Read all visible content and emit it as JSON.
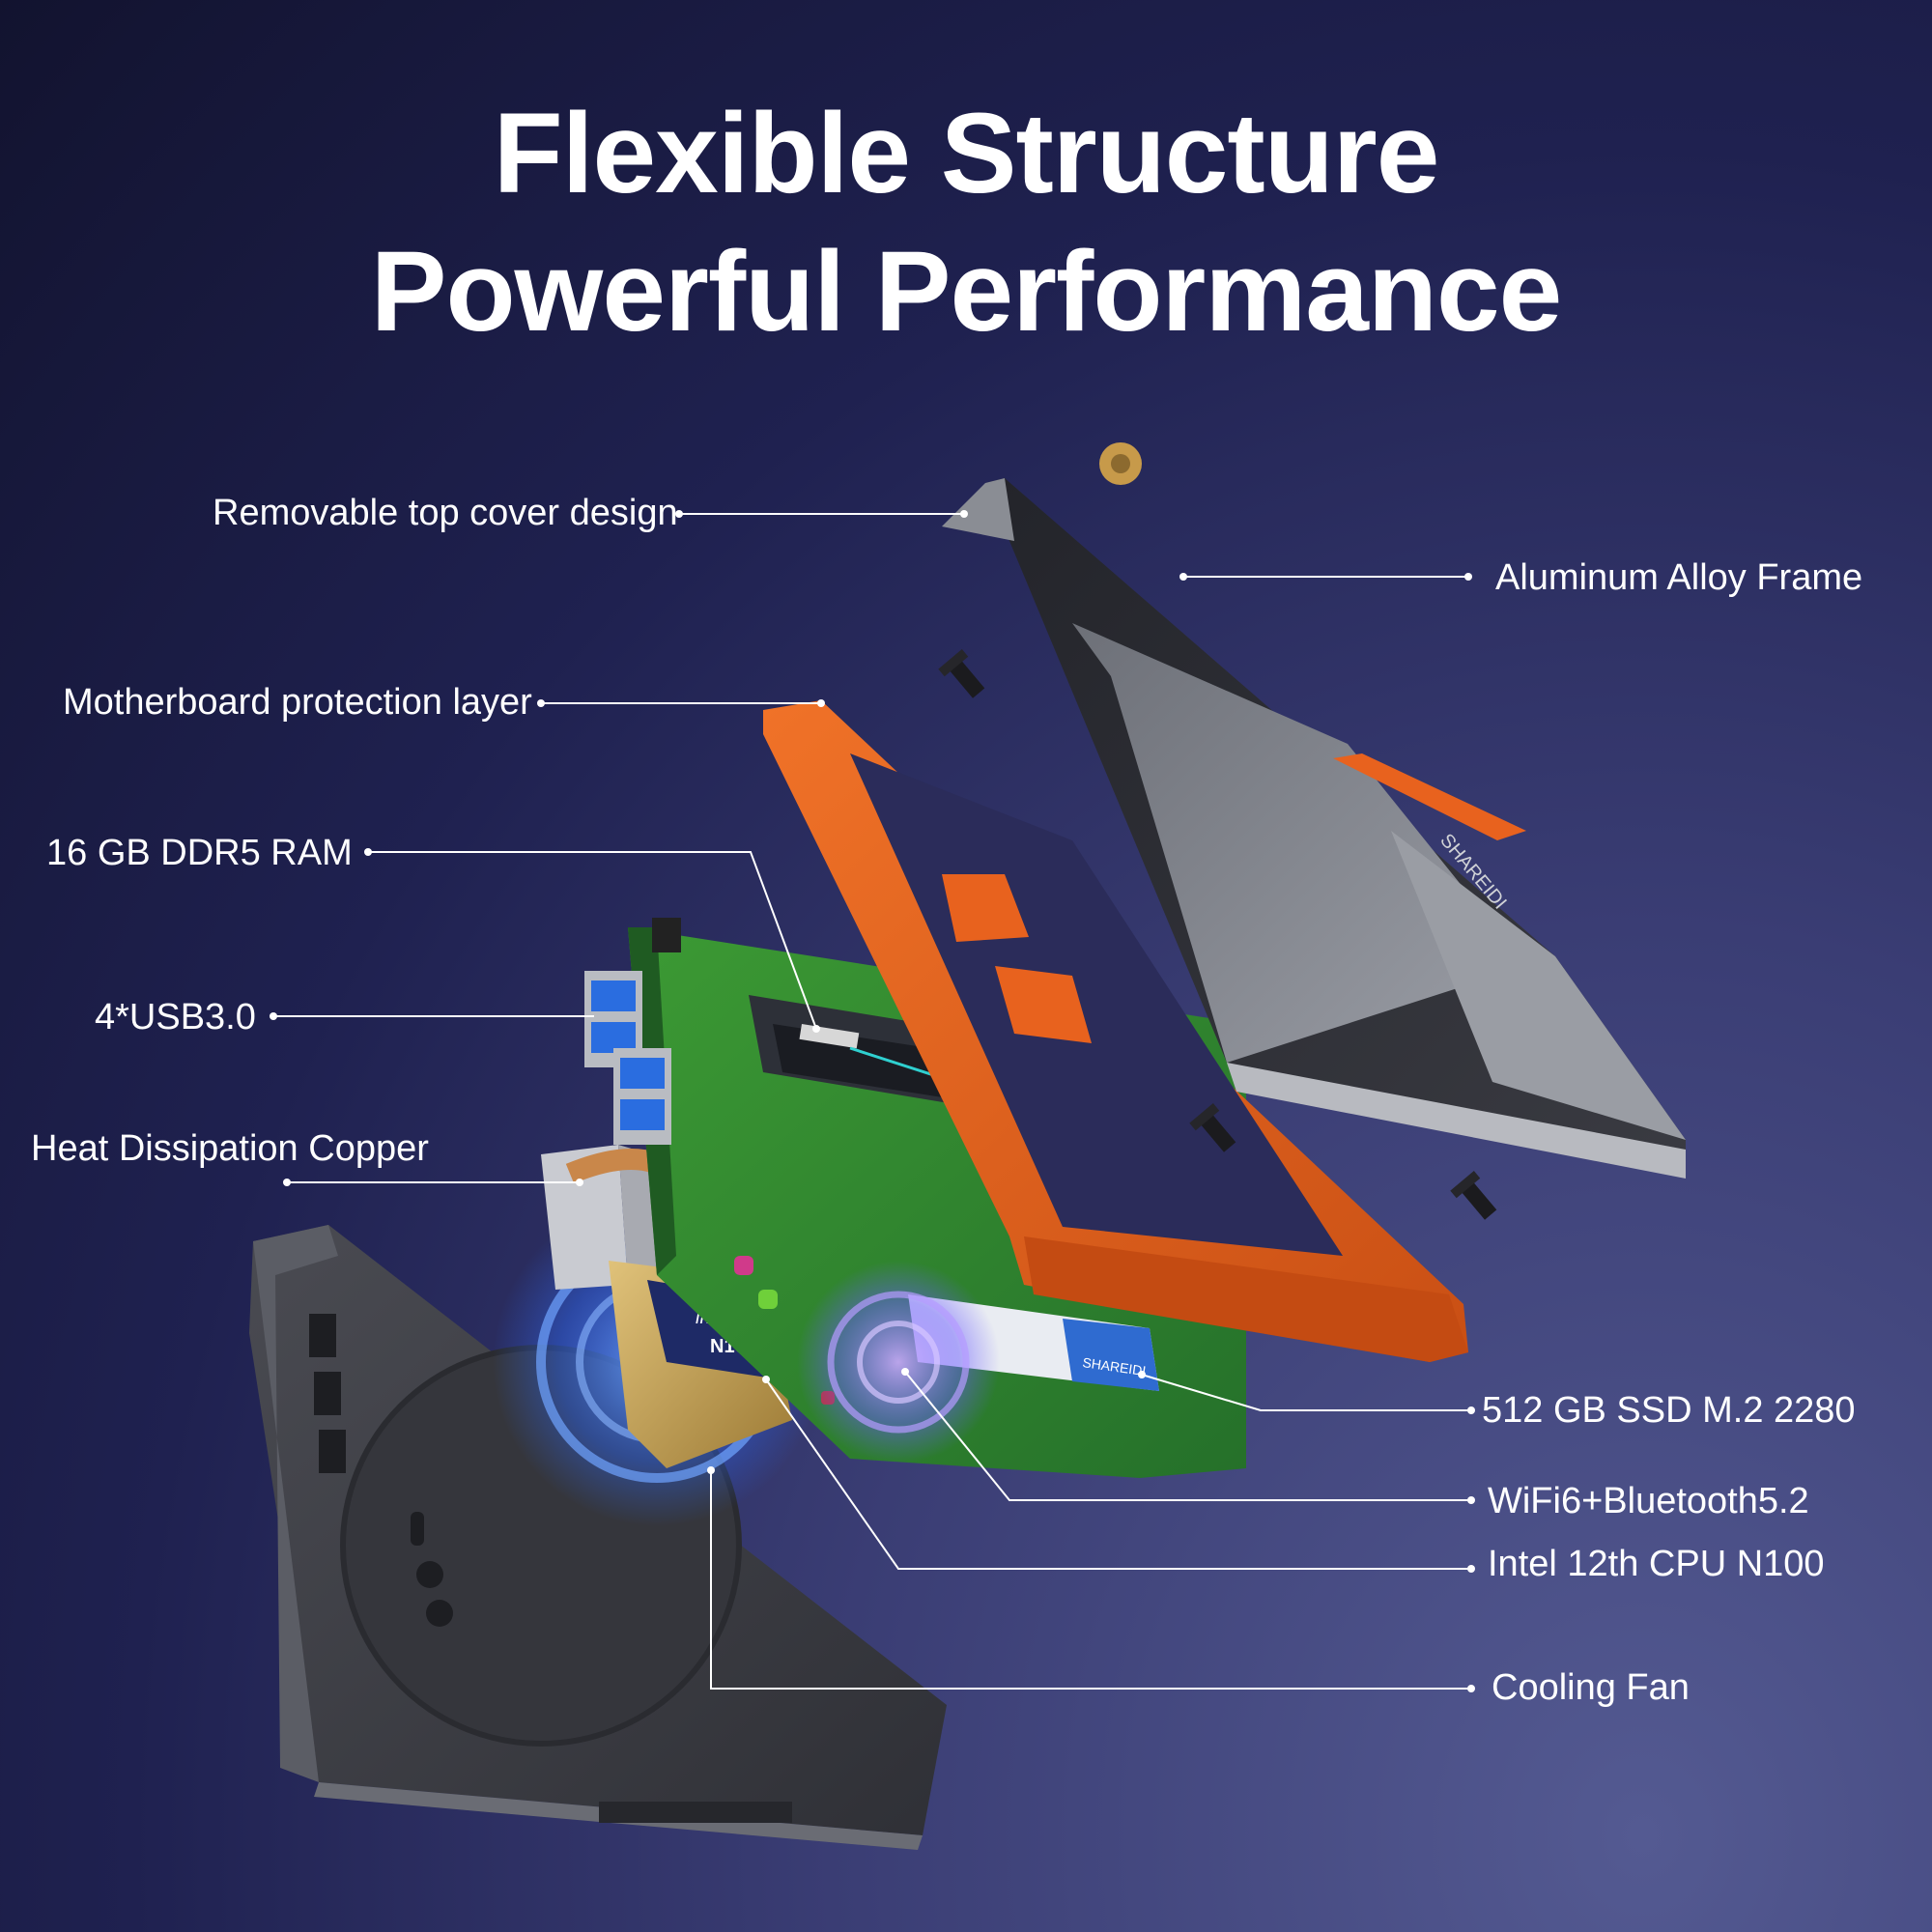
{
  "headline": {
    "line1": "Flexible Structure",
    "line2": "Powerful Performance"
  },
  "brand_mark": "SHAREIDI",
  "cpu_chip": {
    "logo": "intel",
    "model": "N100"
  },
  "callouts": {
    "top_cover": "Removable top cover design",
    "frame": "Aluminum Alloy Frame",
    "protection_layer": "Motherboard protection layer",
    "ram": "16 GB DDR5 RAM",
    "usb": "4*USB3.0",
    "copper": "Heat Dissipation Copper",
    "ssd": "512 GB SSD M.2 2280",
    "wifi": "WiFi6+Bluetooth5.2",
    "cpu": "Intel 12th CPU N100",
    "fan": "Cooling Fan"
  },
  "colors": {
    "background_dark": "#12132f",
    "background_light": "#545a92",
    "bracket_orange": "#e8621e",
    "pcb_green": "#2f8a2f",
    "cover_dark": "#2b2c31",
    "cover_gray": "#8a8d94",
    "usb_blue": "#2a6de0",
    "fan_glow": "#3a7cff",
    "wifi_glow": "#9a6bff"
  }
}
